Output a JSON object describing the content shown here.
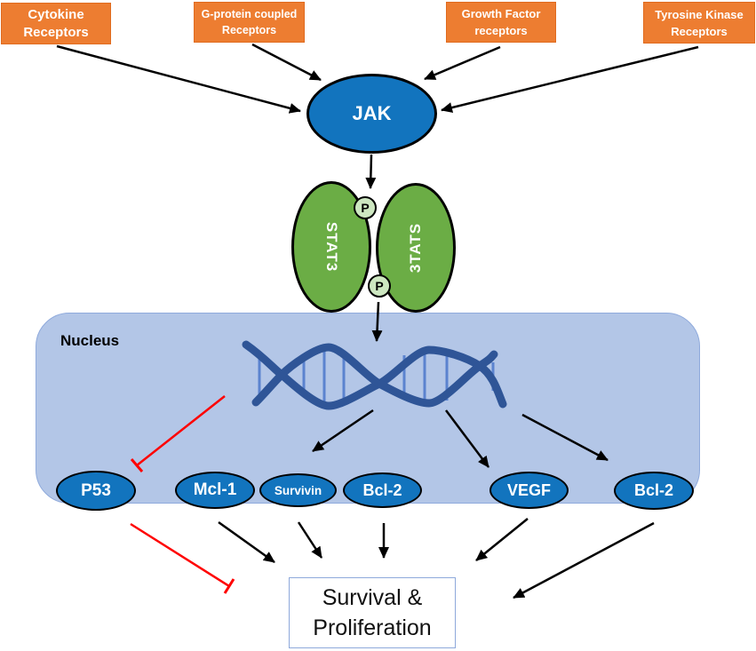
{
  "diagram_type": "signaling-pathway",
  "receptors": [
    {
      "label": "Cytokine Receptors"
    },
    {
      "label": "G-protein coupled Receptors"
    },
    {
      "label": "Growth Factor receptors"
    },
    {
      "label": "Tyrosine Kinase Receptors"
    }
  ],
  "pathway": {
    "jak_label": "JAK",
    "stat3_label": "STAT3",
    "phospho_label": "P"
  },
  "nucleus": {
    "label": "Nucleus",
    "genes": [
      {
        "label": "P53"
      },
      {
        "label": "Mcl-1"
      },
      {
        "label": "Survivin"
      },
      {
        "label": "Bcl-2"
      },
      {
        "label": "VEGF"
      },
      {
        "label": "Bcl-2"
      }
    ]
  },
  "outcome_label": "Survival & Proliferation",
  "colors": {
    "receptor_orange": "#ED7D31",
    "node_blue": "#1274BE",
    "stat3_green": "#6BAD45",
    "phospho_fill": "#CDE7C1",
    "nucleus_fill": "#B3C6E7",
    "nucleus_border": "#8FAADC",
    "dna_strand": "#2F5597",
    "dna_rung": "#5B83CF",
    "inhibition_red": "#FF0000",
    "arrow_black": "#000000",
    "outcome_border": "#8EA9DB"
  }
}
